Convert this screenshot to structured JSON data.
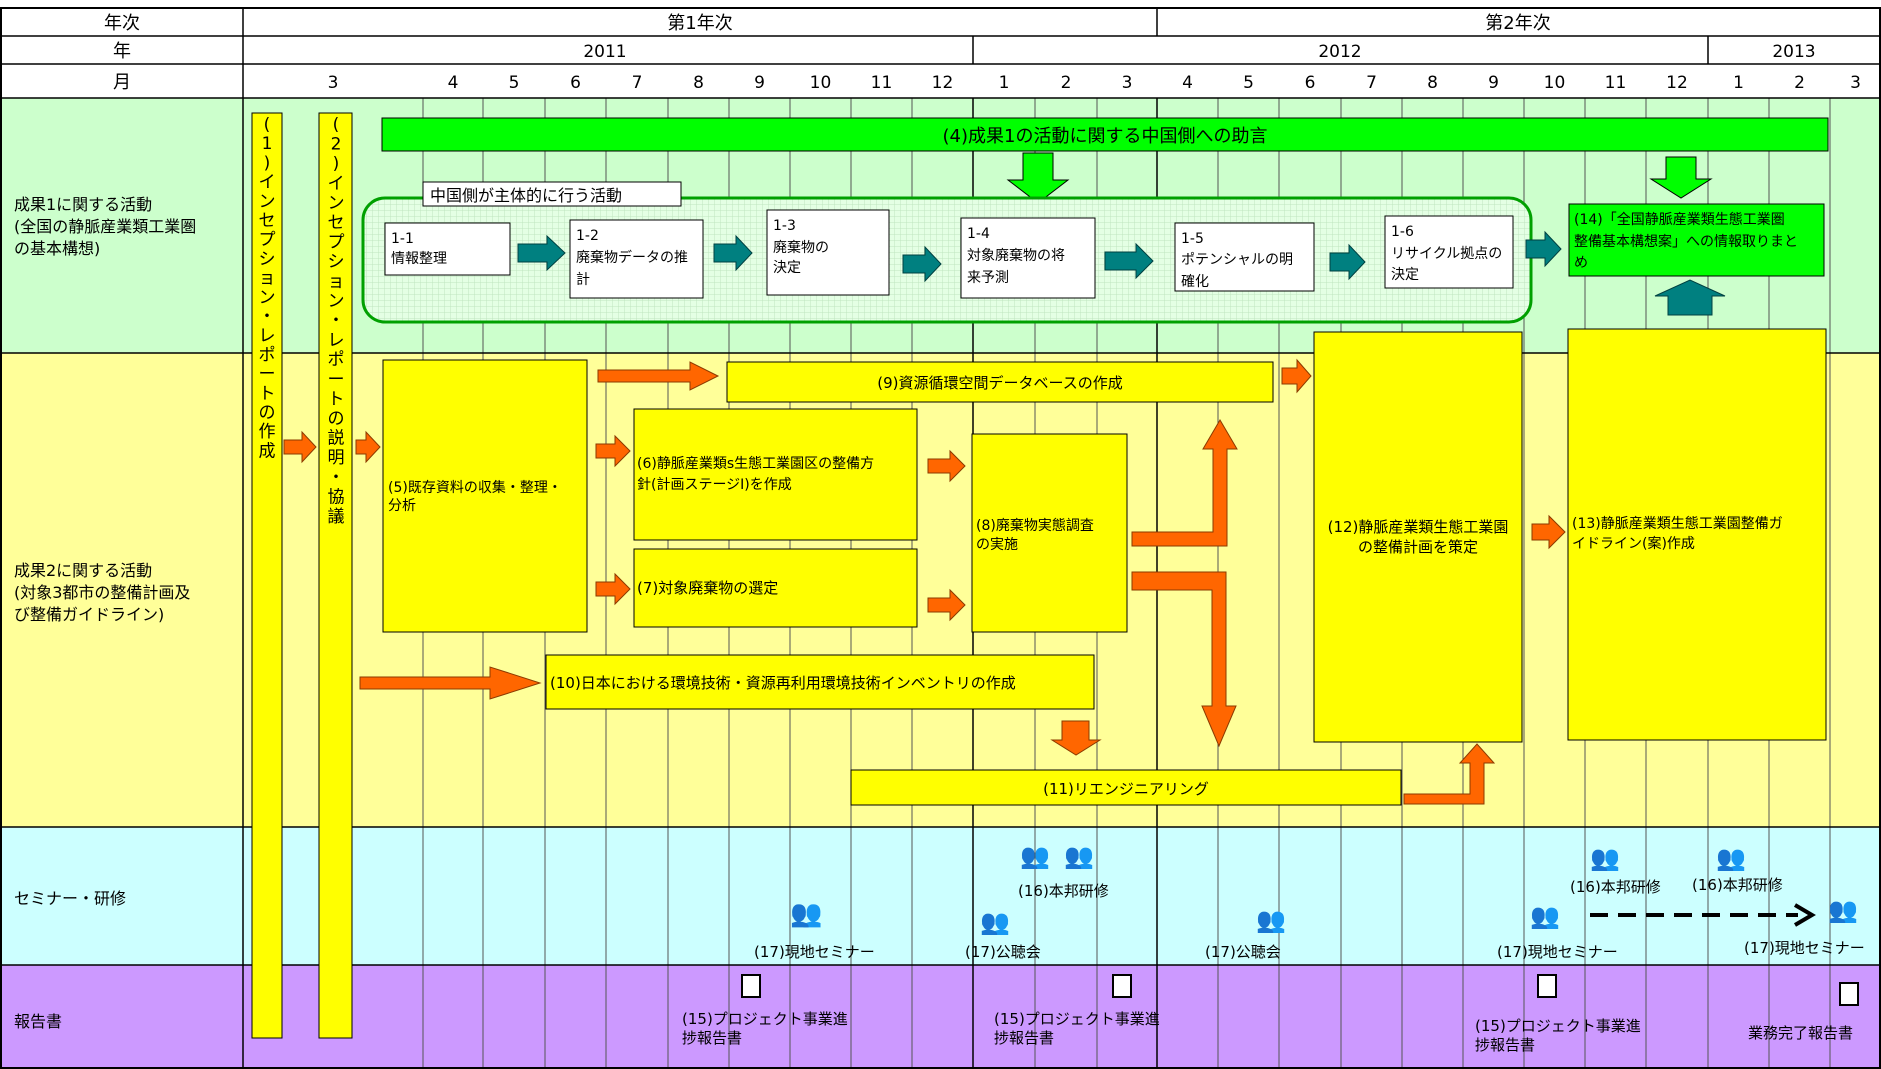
{
  "header": {
    "year_phase_label": "年次",
    "year_label": "年",
    "month_label": "月",
    "phase1": "第1年次",
    "phase2": "第2年次",
    "year_2011": "2011",
    "year_2012": "2012",
    "year_2013": "2013",
    "months": [
      "3",
      "4",
      "5",
      "6",
      "7",
      "8",
      "9",
      "10",
      "11",
      "12",
      "1",
      "2",
      "3",
      "4",
      "5",
      "6",
      "7",
      "8",
      "9",
      "10",
      "11",
      "12",
      "1",
      "2",
      "3"
    ]
  },
  "rows": {
    "output1": [
      "成果1に関する活動",
      "(全国の静脈産業類工業圏",
      "の基本構想)"
    ],
    "output2": [
      "成果2に関する活動",
      "(対象3都市の整備計画及",
      "び整備ガイドライン)"
    ],
    "seminar": "セミナー・研修",
    "report": "報告書"
  },
  "inception1": [
    "(",
    "1",
    ")",
    "イ",
    "ン",
    "セ",
    "プ",
    "シ",
    "ョ",
    "ン",
    "・",
    "レ",
    "ポ",
    "ー",
    "ト",
    "の",
    "作",
    "成"
  ],
  "inception2": [
    "(",
    "2",
    ")",
    "イ",
    "ン",
    "セ",
    "プ",
    "シ",
    "ョ",
    "ン",
    "・",
    "レ",
    "ポ",
    "ー",
    "ト",
    "の",
    "説",
    "明",
    "・",
    "協",
    "議"
  ],
  "activities": {
    "a4": "(4)成果1の活動に関する中国側への助言",
    "china_label": "中国側が主体的に行う活動",
    "s1": [
      "1-1",
      "情報整理"
    ],
    "s2": [
      "1-2",
      "廃棄物データの推",
      "計"
    ],
    "s3": [
      "1-3",
      "廃棄物の",
      "決定"
    ],
    "s4": [
      "1-4",
      "対象廃棄物の将",
      "来予測"
    ],
    "s5": [
      "1-5",
      "ポテンシャルの明",
      "確化"
    ],
    "s6": [
      "1-6",
      "リサイクル拠点の",
      "決定"
    ],
    "a14": [
      "(14)「全国静脈産業類生態工業圏",
      "整備基本構想案」への情報取りまと",
      "め"
    ],
    "a5": [
      "(5)既存資料の収集・整理・",
      "分析"
    ],
    "a6": [
      "(6)静脈産業類s生態工業園区の整備方",
      "針(計画ステージⅠ)を作成"
    ],
    "a7": "(7)対象廃棄物の選定",
    "a8": [
      "(8)廃棄物実態調査",
      "の実施"
    ],
    "a9": "(9)資源循環空間データベースの作成",
    "a10": "(10)日本における環境技術・資源再利用環境技術インベントリの作成",
    "a11": "(11)リエンジニアリング",
    "a12": [
      "(12)静脈産業類生態工業園",
      "の整備計画を策定"
    ],
    "a13": [
      "(13)静脈産業類生態工業園整備ガ",
      "イドライン(案)作成"
    ]
  },
  "seminar": {
    "local1": "(17)現地セミナー",
    "hearing1": "(17)公聴会",
    "training1": "(16)本邦研修",
    "hearing2": "(17)公聴会",
    "local2": "(17)現地セミナー",
    "training2": "(16)本邦研修",
    "training3": "(16)本邦研修",
    "local3": "(17)現地セミナー"
  },
  "reports": {
    "r1": [
      "(15)プロジェクト事業進",
      "捗報告書"
    ],
    "r2": [
      "(15)プロジェクト事業進",
      "捗報告書"
    ],
    "r3": [
      "(15)プロジェクト事業進",
      "捗報告書"
    ],
    "r4": "業務完了報告書"
  },
  "colors": {
    "row1_bg": "#ccffcc",
    "row2_bg": "#ffff99",
    "seminar_bg": "#ccffff",
    "report_bg": "#cc99ff",
    "yellow_box": "#ffff00",
    "green_box": "#00ff00",
    "orange_arrow": "#ff6600",
    "teal_arrow": "#008080"
  }
}
